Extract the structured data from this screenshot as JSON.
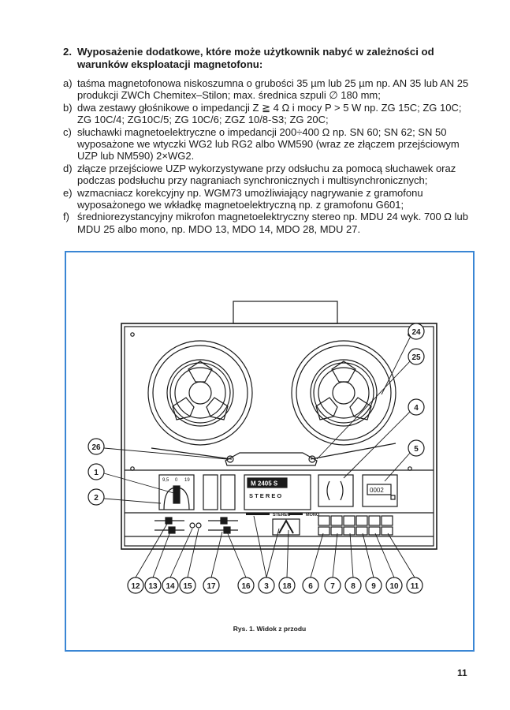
{
  "section": {
    "number": "2.",
    "title": "Wyposażenie dodatkowe, które może użytkownik nabyć w zależności od warunków eksploatacji magnetofonu:"
  },
  "items": [
    {
      "label": "a)",
      "text": "taśma magnetofonowa niskoszumna o grubości 35 µm lub 25 µm np. AN 35 lub AN 25 produkcji ZWCh Chemitex–Stilon; max. średnica szpuli ∅ 180 mm;"
    },
    {
      "label": "b)",
      "text": "dwa zestawy głośnikowe o impedancji Z ≧ 4 Ω i mocy P > 5 W np. ZG 15C; ZG 10C; ZG 10C/4; ZG10C/5; ZG 10C/6; ZGZ 10/8-S3; ZG 20C;"
    },
    {
      "label": "c)",
      "text": "słuchawki magnetoelektryczne o impedancji 200÷400 Ω np. SN 60; SN 62; SN 50 wyposażone we wtyczki WG2 lub RG2 albo WM590 (wraz ze złączem przejściowym UZP lub NM590) 2×WG2."
    },
    {
      "label": "d)",
      "text": "złącze przejściowe UZP wykorzystywane przy odsłuchu za pomocą słuchawek oraz podczas podsłuchu przy nagraniach synchronicznych i multisynchronicznych;"
    },
    {
      "label": "e)",
      "text": "wzmacniacz korekcyjny np. WGM73 umożliwiający nagrywanie z gramofonu wyposażonego we wkładkę magnetoelektryczną np. z gramofonu G601;"
    },
    {
      "label": "f)",
      "text": "średniorezystancyjny mikrofon magnetoelektryczny stereo np. MDU 24 wyk. 700 Ω lub MDU 25 albo mono, np. MDO 13, MDO 14, MDO 28, MDU 27."
    }
  ],
  "figure": {
    "model_plate": "M 2405 S",
    "stereo_label": "S T E R E O",
    "stereo_small": "STEREO",
    "mono_small": "MONO",
    "counter": "0002",
    "scale_marks": [
      "9,5",
      "0",
      "19"
    ],
    "callouts_right": [
      "24",
      "25",
      "4",
      "5"
    ],
    "callouts_left": [
      "26",
      "1",
      "2"
    ],
    "callouts_bottom": [
      "12",
      "13",
      "14",
      "15",
      "17",
      "16",
      "3",
      "18",
      "6",
      "7",
      "8",
      "9",
      "10",
      "11"
    ],
    "caption": "Rys. 1. Widok z przodu"
  },
  "page_number": "11"
}
